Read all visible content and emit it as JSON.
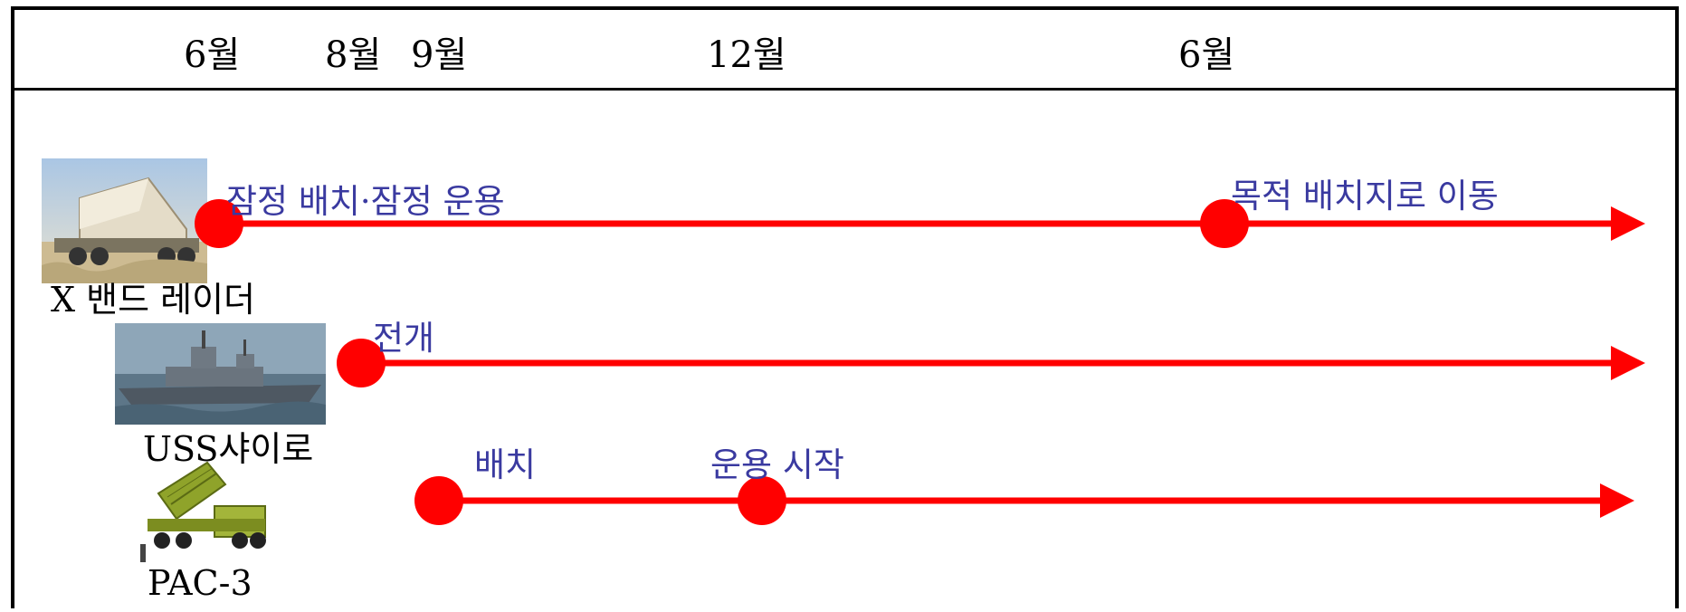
{
  "months": [
    "6월",
    "8월",
    "9월",
    "12월",
    "6월"
  ],
  "assets": [
    {
      "label": "X 밴드 레이더",
      "events": [
        {
          "label": "잠정 배치·잠정 운용",
          "month_index": 0
        },
        {
          "label": "목적 배치지로 이동",
          "month_index": 4
        }
      ]
    },
    {
      "label": "USS샤이로",
      "events": [
        {
          "label": "전개",
          "month_index": 1
        }
      ]
    },
    {
      "label": "PAC-3",
      "events": [
        {
          "label": "배치",
          "month_index": 2
        },
        {
          "label": "운용 시작",
          "month_index": 3
        }
      ]
    }
  ],
  "colors": {
    "line": "#ff0000",
    "event_text": "#3a3aa0",
    "border": "#000000"
  }
}
